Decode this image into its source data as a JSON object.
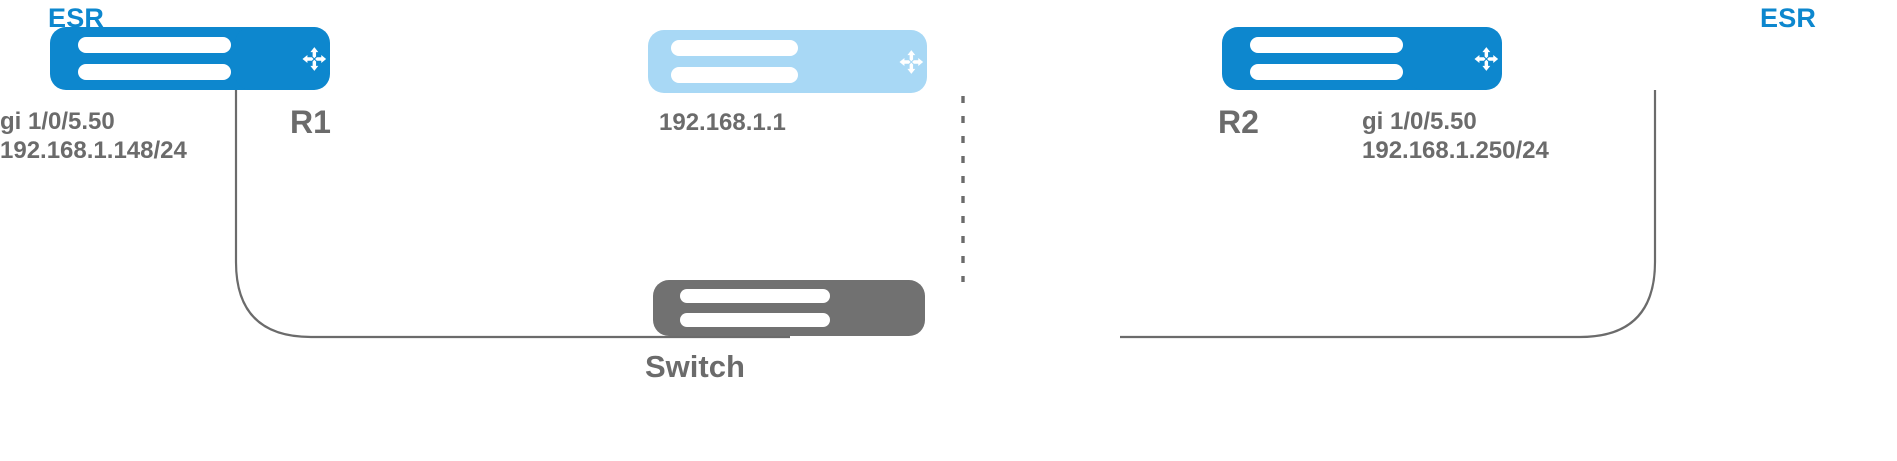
{
  "diagram": {
    "type": "network-topology",
    "background": "#ffffff",
    "colors": {
      "router_blue": "#0d87ce",
      "router_light_blue": "#a8d8f5",
      "switch_grey": "#717171",
      "text_grey": "#6b6b6b",
      "link_grey": "#6b6b6b"
    },
    "nodes": [
      {
        "id": "r1",
        "kind": "router",
        "name": "R1",
        "vendor_tag": "ESR",
        "color": "#0d87ce",
        "interface": "gi 1/0/5.50",
        "address": "192.168.1.148/24"
      },
      {
        "id": "vrrp",
        "kind": "router",
        "name": "",
        "vendor_tag": "",
        "color": "#a8d8f5",
        "interface": "",
        "address": "192.168.1.1"
      },
      {
        "id": "r2",
        "kind": "router",
        "name": "R2",
        "vendor_tag": "ESR",
        "color": "#0d87ce",
        "interface": "gi 1/0/5.50",
        "address": "192.168.1.250/24"
      },
      {
        "id": "sw",
        "kind": "switch",
        "name": "Switch",
        "color": "#717171"
      }
    ],
    "links": [
      {
        "from": "r1",
        "to": "sw",
        "style": "solid"
      },
      {
        "from": "r2",
        "to": "sw",
        "style": "solid"
      },
      {
        "from": "vrrp",
        "to": "sw",
        "style": "dashed"
      }
    ]
  },
  "labels": {
    "esr_left": "ESR",
    "esr_right": "ESR",
    "r1_name": "R1",
    "r2_name": "R2",
    "switch_name": "Switch",
    "r1_iface_line1": "gi 1/0/5.50",
    "r1_iface_line2": "192.168.1.148/24",
    "r2_iface_line1": "gi 1/0/5.50",
    "r2_iface_line2": "192.168.1.250/24",
    "mid_ip": "192.168.1.1"
  }
}
